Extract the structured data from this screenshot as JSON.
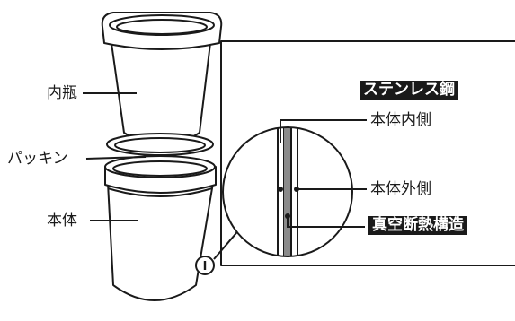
{
  "parts": {
    "inner_bottle": "内瓶",
    "gasket": "パッキン",
    "body": "本体"
  },
  "detail": {
    "material_badge": "ステンレス鋼",
    "inner_side": "本体内側",
    "outer_side": "本体外側",
    "structure_badge": "真空断熱構造"
  },
  "colors": {
    "line": "#1a1a1a",
    "badge_bg": "#1a1a1a",
    "badge_text": "#ffffff",
    "vacuum_gap": "#8a8a8a"
  }
}
